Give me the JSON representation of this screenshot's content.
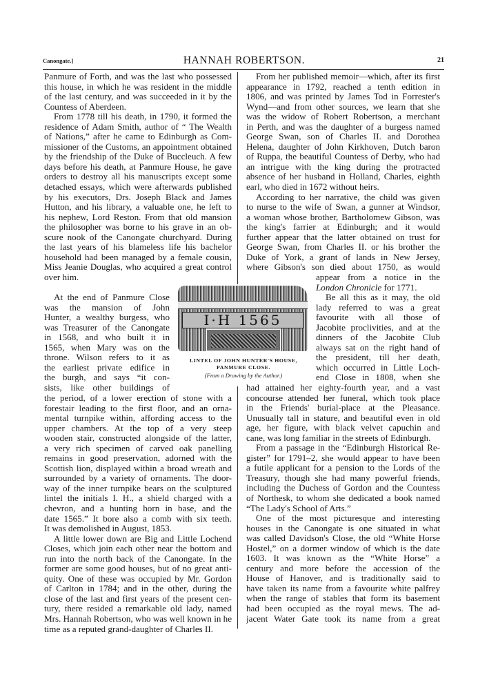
{
  "header": {
    "left": "Canongate.]",
    "title": "HANNAH ROBERTSON.",
    "page_number": "21"
  },
  "figure": {
    "inscription": "I·H 1565",
    "caption_line1": "LINTEL OF JOHN HUNTER'S HOUSE,",
    "caption_line2": "PANMURE CLOSE.",
    "credit": "(From a Drawing by the Author.)"
  },
  "left_column": {
    "top_lines": [
      "Panmure of Forth, and was the last who possessed",
      "this house, in which he was resident in the middle",
      "of the last century, and was succeeded in it by the",
      "Countess of Aberdeen.",
      "From 1778 till his death, in 1790, it formed the",
      "residence of Adam Smith, author of “ The Wealth",
      "of Nations,” after he came to Edinburgh as Com-",
      "missioner of the Customs, an appointment obtained",
      "by the friendship of the Duke of Buccleuch. A few",
      "days before his death, at Panmure House, he gave",
      "orders to destroy all his manuscripts except some",
      "detached essays, which were afterwards published",
      "by his executors, Drs. Joseph Black and James",
      "Hutton, and his library, a valuable one, he left to",
      "his nephew, Lord Reston. From that old mansion",
      "the philosopher was borne to his grave in an ob-",
      "scure nook of the Canongate churchyard. During",
      "the last years of his blameless life his bachelor",
      "household had been managed by a female cousin,",
      "Miss Jeanie Douglas, who acquired a great control",
      "over him."
    ],
    "narrow_lines": [
      "At the end of Panmure Close",
      "was the mansion of John",
      "Hunter, a wealthy burgess, who",
      "was Treasurer of the Canongate",
      "in 1568, and who built it in",
      "1565, when Mary was on the",
      "throne. Wilson refers to it as",
      "the earliest private edifice in",
      "the burgh, and says “it con-",
      "sists, like other buildings of"
    ],
    "bottom_lines": [
      "the period, of a lower erection of stone with a",
      "forestair leading to the first floor, and an orna-",
      "mental turnpike within, affording access to the",
      "upper chambers. At the top of a very steep",
      "wooden stair, constructed alongside of the latter,",
      "a very rich specimen of carved oak panelling",
      "remains in good preservation, adorned with the",
      "Scottish lion, displayed within a broad wreath and",
      "surrounded by a variety of ornaments. The door-",
      "way of the inner turnpike bears on the sculptured",
      "lintel the initials I. H., a shield charged with a",
      "chevron, and a hunting horn in base, and the",
      "date 1565.” It bore also a comb with six teeth.",
      "It was demolished in August, 1853.",
      "A little lower down are Big and Little Lochend",
      "Closes, which join each other near the bottom and",
      "run into the north back of the Canongate. In the",
      "former are some good houses, but of no great anti-",
      "quity. One of these was occupied by Mr. Gordon",
      "of Carlton in 1784; and in the other, during the",
      "close of the last and first years of the present cen-",
      "tury, there resided a remarkable old lady, named",
      "Mrs. Hannah Robertson, who was well known in her",
      "time as a reputed grand-daughter of Charles II."
    ]
  },
  "right_column": {
    "top_lines": [
      "From her published memoir—which, after its first",
      "appearance in 1792, reached a tenth edition in",
      "1806, and was printed by James Tod in Forrester's",
      "Wynd—and from other sources, we learn that she",
      "was the widow of Robert Robertson, a merchant",
      "in Perth, and was the daughter of a burgess named",
      "George Swan, son of Charles II. and Dorothea",
      "Helena, daughter of John Kirkhoven, Dutch baron",
      "of Ruppa, the beautiful Countess of Derby, who had",
      "an intrigue with the king during the protracted",
      "absence of her husband in Holland, Charles, eighth",
      "earl, who died in 1672 without heirs.",
      "According to her narrative, the child was given",
      "to nurse to the wife of Swan, a gunner at Windsor,",
      "a woman whose brother, Bartholomew Gibson, was",
      "the king's farrier at Edinburgh; and it would",
      "further appear that the latter obtained on trust for",
      "George Swan, from Charles II. or his brother the",
      "Duke of York, a grant of lands in New Jersey,",
      "where Gibson's son died about 1750, as would"
    ],
    "narrow_lines": [
      "appear from a notice in the",
      "London Chronicle for 1771.",
      "Be all this as it may, the old",
      "lady referred to was a great",
      "favourite with all those of",
      "Jacobite proclivities, and at the",
      "dinners of the Jacobite Club",
      "always sat on the right hand of",
      "the president, till her death,",
      "which occurred in Little Loch-",
      "end Close in 1808, when she"
    ],
    "bottom_lines": [
      "had attained her eighty-fourth year, and a vast",
      "concourse attended her funeral, which took place",
      "in the Friends' burial-place at the Pleasance.",
      "Unusually tall in stature, and beautiful even in old",
      "age, her figure, with black velvet capuchin and",
      "cane, was long familiar in the streets of Edinburgh.",
      "From a passage in the “Edinburgh Historical Re-",
      "gister” for 1791–2, she would appear to have been",
      "a futile applicant for a pension to the Lords of the",
      "Treasury, though she had many powerful friends,",
      "including the Duchess of Gordon and the Countess",
      "of Northesk, to whom she dedicated a book named",
      "“The Lady's School of Arts.”",
      "One of the most picturesque and interesting",
      "houses in the Canongate is one situated in what",
      "was called Davidson's Close, the old “White Horse",
      "Hostel,” on a dormer window of which is the date",
      "1603. It was known as the “White Horse” a",
      "century and more before the accession of the",
      "House of Hanover, and is traditionally said to",
      "have taken its name from a favourite white palfrey",
      "when the range of stables that form its basement",
      "had been occupied as the royal mews. The ad-",
      "jacent Water Gate took its name from a great"
    ]
  }
}
